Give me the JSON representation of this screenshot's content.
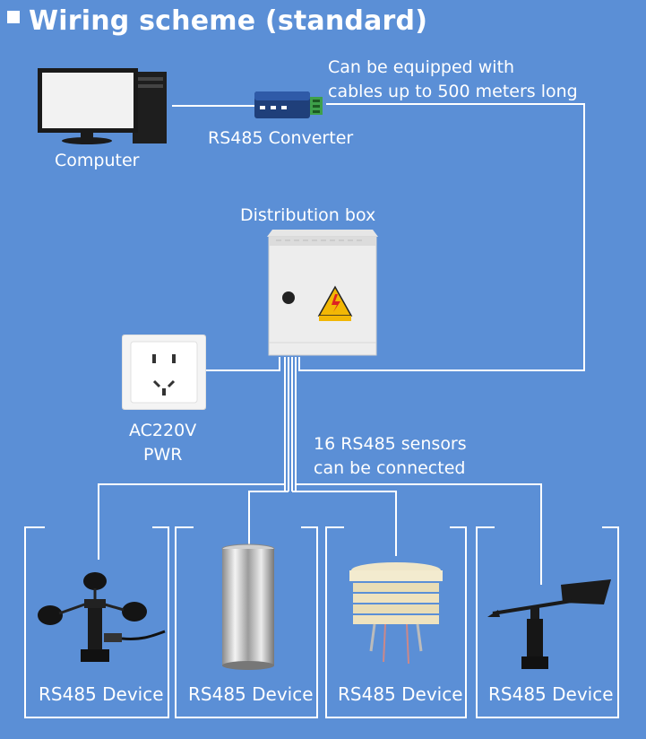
{
  "title": "Wiring scheme (standard)",
  "computer": {
    "label": "Computer"
  },
  "converter": {
    "label": "RS485 Converter"
  },
  "cable_note": [
    "Can be equipped with",
    "cables up to 500 meters long"
  ],
  "distribution_box": {
    "label": "Distribution box"
  },
  "power": {
    "label_line1": "AC220V",
    "label_line2": "PWR"
  },
  "sensors_note": [
    "16 RS485 sensors",
    "can be connected"
  ],
  "devices": [
    {
      "label": "RS485 Device",
      "icon": "anemometer-icon"
    },
    {
      "label": "RS485 Device",
      "icon": "rain-gauge-icon"
    },
    {
      "label": "RS485 Device",
      "icon": "louver-shield-icon"
    },
    {
      "label": "RS485 Device",
      "icon": "wind-vane-icon"
    }
  ],
  "colors": {
    "background": "#5b8fd6",
    "line": "#ffffff"
  }
}
